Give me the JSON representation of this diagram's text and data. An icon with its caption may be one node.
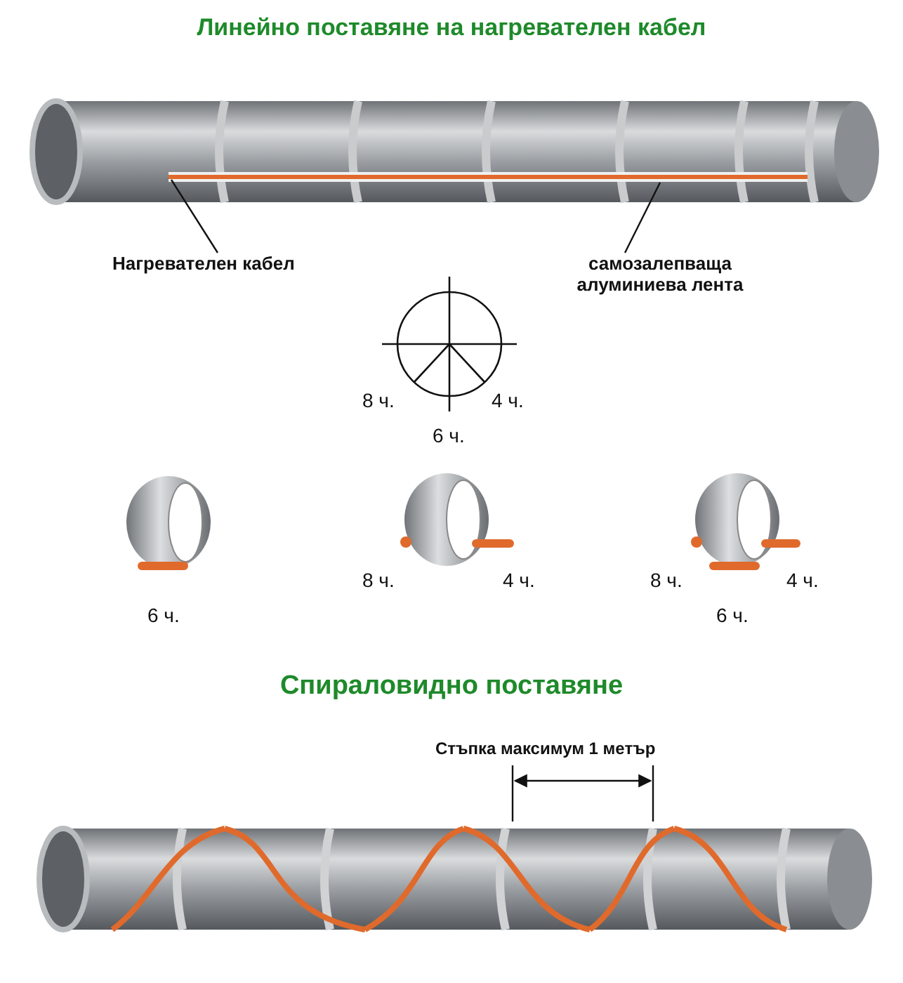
{
  "diagram": {
    "title": "Линейно поставяне на нагревателен кабел",
    "nodes": [
      {
        "text": [
          "Нагревателен кабел"
        ]
      },
      {
        "text": [
          "самозалепваща алуминиева лента"
        ]
      }
    ],
    "edges": [
      {
        "from": 0,
        "to": null,
        "arrow": "none"
      },
      {
        "from": 1,
        "to": null,
        "arrow": "none"
      }
    ],
    "labels": [
      "8 ч.",
      "4 ч.",
      "6 ч.",
      "8 ч.",
      "4 ч.",
      "8 ч.",
      "4 ч.",
      "6 ч.",
      "6 ч.",
      "Спираловидно поставяне",
      "Стъпка максимум 1 метър"
    ]
  }
}
